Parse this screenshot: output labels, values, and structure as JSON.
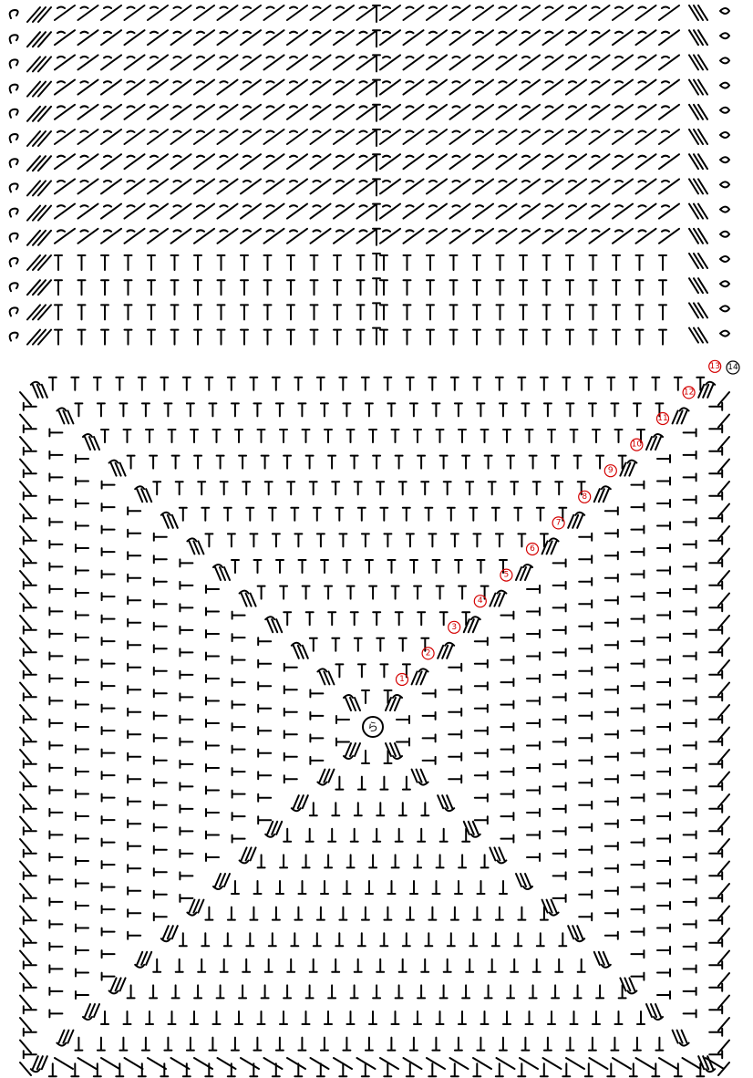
{
  "diagram": {
    "kind": "crochet-stitch-chart",
    "rectangle_rows": 14,
    "square_rounds": 13,
    "colors": {
      "ink": "#000000",
      "round_marker": "#d40000",
      "background": "#ffffff"
    },
    "center_label": "ら",
    "round_markers": [
      "1",
      "2",
      "3",
      "4",
      "5",
      "6",
      "7",
      "8",
      "9",
      "10",
      "11",
      "12",
      "13"
    ],
    "row_marker": "14"
  }
}
